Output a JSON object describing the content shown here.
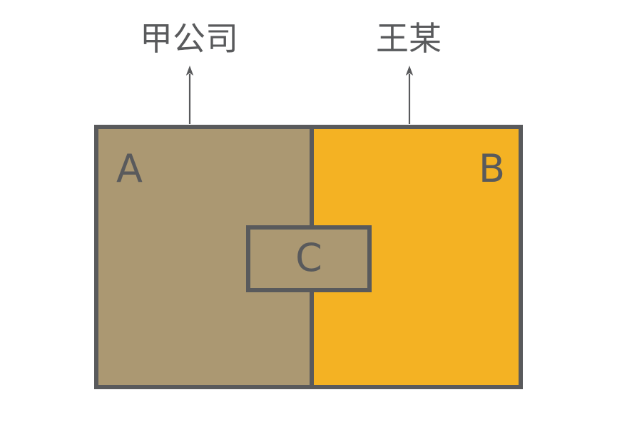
{
  "diagram": {
    "title": "",
    "background_color": "#ffffff",
    "outline_color": "#595a5c",
    "labels": {
      "left_party": "甲公司",
      "right_party": "王某"
    },
    "regions": [
      {
        "id": "A",
        "letter": "A",
        "fill_color": "#ab9872",
        "description": "left region"
      },
      {
        "id": "B",
        "letter": "B",
        "fill_color": "#f4b223",
        "description": "right region"
      },
      {
        "id": "C",
        "letter": "C",
        "fill_color": "#ab9872",
        "description": "overlapping inner region straddling the A/B boundary"
      }
    ],
    "connectors": [
      {
        "id": "arrow-left",
        "icon": "arrow-up-icon",
        "points_to": "A"
      },
      {
        "id": "arrow-right",
        "icon": "arrow-up-icon",
        "points_to": "B"
      }
    ]
  }
}
